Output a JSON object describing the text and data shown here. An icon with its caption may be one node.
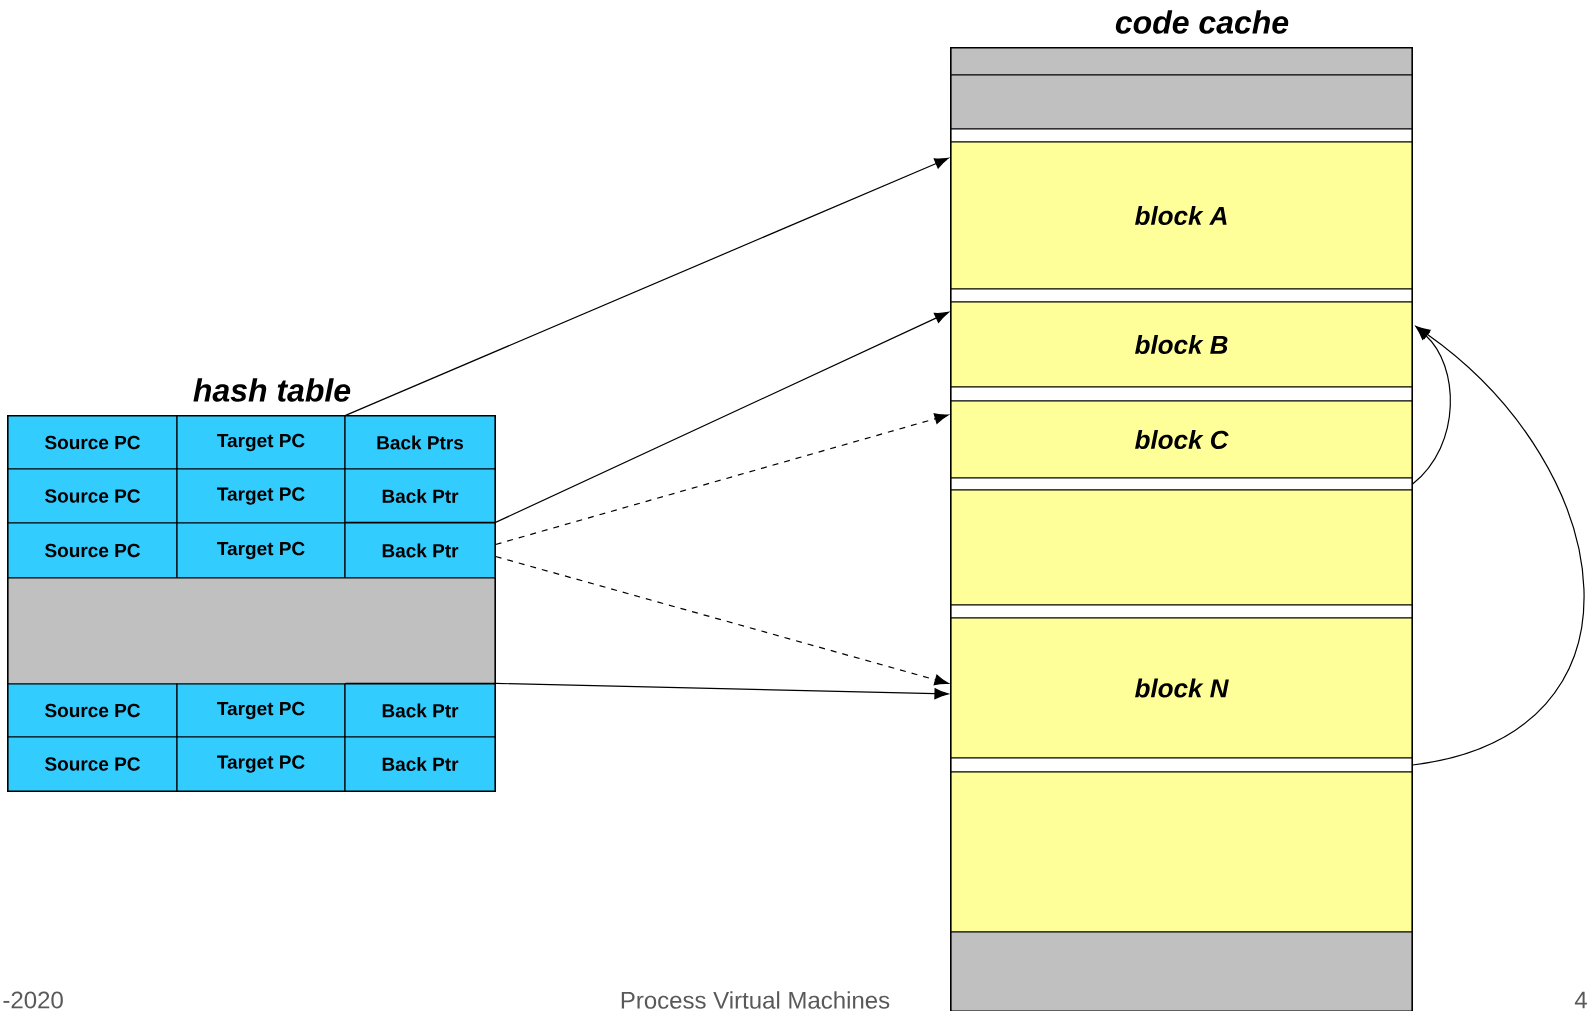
{
  "diagram": {
    "nodes": [
      {
        "text": [
          "hash table"
        ]
      },
      {
        "text": [
          "Source PC"
        ],
        "in": 0
      },
      {
        "text": [
          "Target PC"
        ],
        "in": 0
      },
      {
        "text": [
          "Back Ptrs"
        ],
        "in": 0
      },
      {
        "text": [
          "Source PC"
        ],
        "in": 0
      },
      {
        "text": [
          "Target PC"
        ],
        "in": 0
      },
      {
        "text": [
          "Back Ptr"
        ],
        "in": 0
      },
      {
        "text": [
          "Source PC"
        ],
        "in": 0
      },
      {
        "text": [
          "Target PC"
        ],
        "in": 0
      },
      {
        "text": [
          "Back Ptr"
        ],
        "in": 0
      },
      {
        "text": [],
        "shape": "box",
        "in": 0
      },
      {
        "text": [
          "Source PC"
        ],
        "in": 0
      },
      {
        "text": [
          "Target PC"
        ],
        "in": 0
      },
      {
        "text": [
          "Back Ptr"
        ],
        "in": 0
      },
      {
        "text": [
          "Source PC"
        ],
        "in": 0
      },
      {
        "text": [
          "Target PC"
        ],
        "in": 0
      },
      {
        "text": [
          "Back Ptr"
        ],
        "in": 0
      },
      {
        "text": [
          "code cache"
        ]
      },
      {
        "text": [],
        "shape": "box",
        "in": 17
      },
      {
        "text": [],
        "shape": "box",
        "in": 17
      },
      {
        "text": [],
        "shape": "box",
        "in": 17
      },
      {
        "text": [
          "block A"
        ],
        "in": 17
      },
      {
        "text": [],
        "shape": "box",
        "in": 17
      },
      {
        "text": [
          "block B"
        ],
        "in": 17
      },
      {
        "text": [],
        "shape": "box",
        "in": 17
      },
      {
        "text": [
          "block C"
        ],
        "in": 17
      },
      {
        "text": [],
        "shape": "box",
        "in": 17
      },
      {
        "text": [],
        "shape": "box",
        "in": 17
      },
      {
        "text": [],
        "shape": "box",
        "in": 17
      },
      {
        "text": [
          "block N"
        ],
        "in": 17
      },
      {
        "text": [],
        "shape": "box",
        "in": 17
      },
      {
        "text": [],
        "shape": "box",
        "in": 17
      },
      {
        "text": [],
        "shape": "box",
        "in": 17
      }
    ],
    "edges": [
      {
        "from": 2,
        "to": 21,
        "arrow": "to"
      },
      {
        "from": 8,
        "to": 23,
        "arrow": "to"
      },
      {
        "from": 9,
        "to": 25,
        "arrow": "to",
        "style": "dashed"
      },
      {
        "from": 9,
        "to": 29,
        "arrow": "to",
        "style": "dashed"
      },
      {
        "from": 12,
        "to": 29,
        "arrow": "to"
      },
      {
        "from": 26,
        "to": 23,
        "arrow": "to"
      },
      {
        "from": 30,
        "to": 23,
        "arrow": "to"
      }
    ],
    "labels": [
      "-2020",
      "Process Virtual Machines",
      "4"
    ]
  }
}
